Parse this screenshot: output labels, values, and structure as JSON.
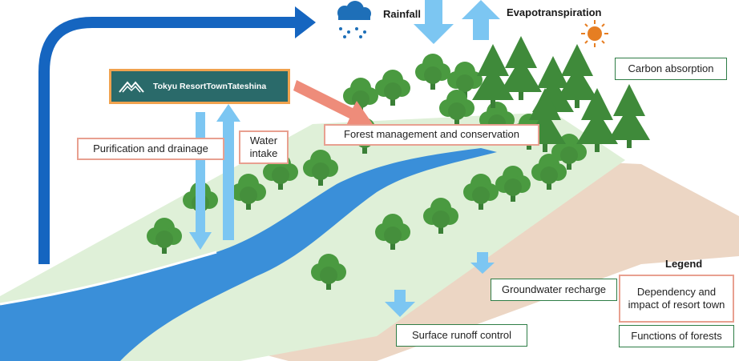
{
  "logo": {
    "text": "Tokyu ResortTownTateshina"
  },
  "labels": {
    "rainfall": "Rainfall",
    "evapotranspiration": "Evapotranspiration",
    "legend": "Legend"
  },
  "boxes": {
    "carbon_absorption": "Carbon absorption",
    "purification_drainage": "Purification and drainage",
    "water_intake": "Water intake",
    "forest_management": "Forest management and conservation",
    "groundwater_recharge": "Groundwater recharge",
    "surface_runoff": "Surface runoff control",
    "legend_dependency": "Dependency and impact of resort town",
    "legend_functions": "Functions of forests"
  },
  "colors": {
    "forest_green": "#3f8a3a",
    "river_blue": "#3a8fd9",
    "ground_light": "#dff0d8",
    "soil": "#ecd6c4",
    "arrow_blue": "#7cc6f2",
    "big_arrow_blue": "#1565c0",
    "salmon_arrow": "#ee8c7a",
    "sun": "#e67e22",
    "orange_border": "#e8a090",
    "green_border": "#2e7d46"
  }
}
